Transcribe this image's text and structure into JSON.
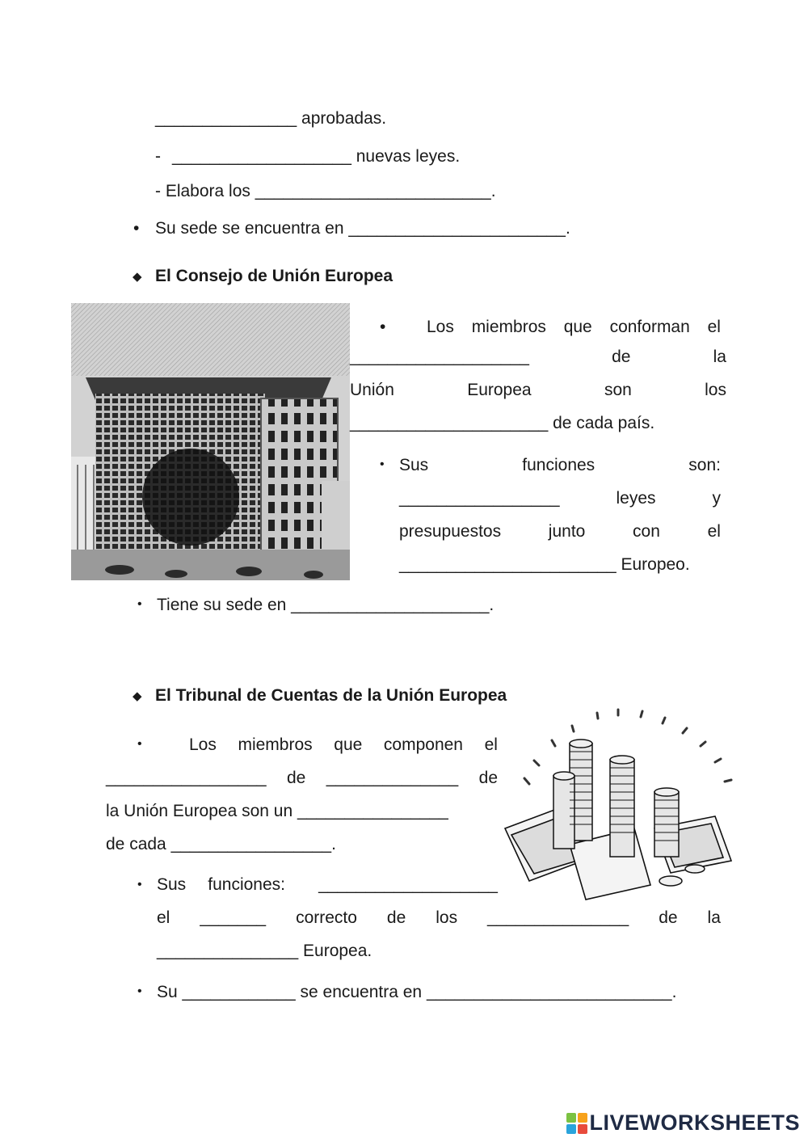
{
  "lines": {
    "l1": "_______________ aprobadas.",
    "l2_dash": "-",
    "l2": "___________________ nuevas leyes.",
    "l3": "-  Elabora los _________________________.",
    "l4_bullet": "•",
    "l4": "Su sede se encuentra en _______________________."
  },
  "consejo": {
    "diamond": "◆",
    "heading": "El Consejo de Unión Europea",
    "p1_bullet": "•",
    "p1_row1": [
      "Los",
      "miembros",
      "que",
      "conforman",
      "el"
    ],
    "p1_row2": [
      "___________________",
      "de",
      "la"
    ],
    "p1_row3": [
      "Unión",
      "Europea",
      "son",
      "los"
    ],
    "p1_row4": "_____________________ de cada país.",
    "p2_bullet": "•",
    "p2_row1": [
      "Sus",
      "funciones",
      "son:"
    ],
    "p2_row2": [
      "_________________",
      "leyes",
      "y"
    ],
    "p2_row3": [
      "presupuestos",
      "junto",
      "con",
      "el"
    ],
    "p2_row4": "_______________________ Europeo.",
    "p3_bullet": "•",
    "p3": "Tiene su sede en _____________________."
  },
  "tribunal": {
    "diamond": "◆",
    "heading": "El Tribunal de Cuentas de la Unión Europea",
    "p1_bullet": "•",
    "p1_row1": [
      "Los",
      "miembros",
      "que",
      "componen",
      "el"
    ],
    "p1_row2": [
      "_________________",
      "de",
      "______________",
      "de"
    ],
    "p1_row3": "la Unión Europea son un ________________",
    "p1_row4": "de cada _________________.",
    "p2_bullet": "•",
    "p2_row1": [
      "Sus",
      "funciones:",
      "___________________"
    ],
    "p2_row2": [
      "el",
      "_______",
      "correcto",
      "de",
      "los",
      "_______________",
      "de",
      "la"
    ],
    "p2_row3": "_______________ Europea.",
    "p3_bullet": "•",
    "p3": "Su ____________ se encuentra en __________________________."
  },
  "footer": {
    "logo_text": "LIVEWORKSHEETS"
  },
  "colors": {
    "logo_green": "#7cc242",
    "logo_orange": "#f7a21b",
    "logo_blue": "#2aa4dc",
    "logo_red": "#e84b3c",
    "logo_text": "#1f2a44"
  }
}
